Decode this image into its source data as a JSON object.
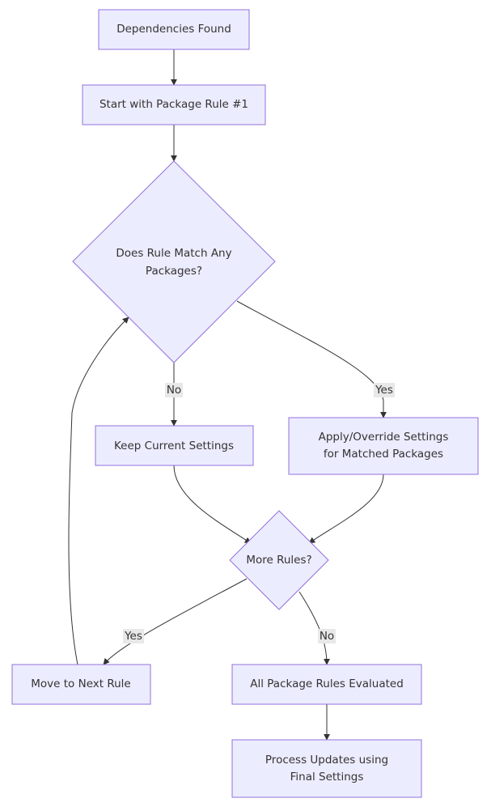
{
  "colors": {
    "node_fill": "#ECECFF",
    "node_stroke": "#9370DB",
    "edge": "#333333",
    "text": "#333333",
    "edge_label_bg": "#e8e8e8"
  },
  "nodes": {
    "dependencies_found": "Dependencies Found",
    "start_rule": "Start with Package Rule #1",
    "does_rule_match_line1": "Does Rule Match Any",
    "does_rule_match_line2": "Packages?",
    "keep_settings": "Keep Current Settings",
    "apply_override_line1": "Apply/Override Settings",
    "apply_override_line2": "for Matched Packages",
    "more_rules": "More Rules?",
    "move_next_rule": "Move to Next Rule",
    "all_evaluated": "All Package Rules Evaluated",
    "process_updates_line1": "Process Updates using",
    "process_updates_line2": "Final Settings"
  },
  "edge_labels": {
    "match_no": "No",
    "match_yes": "Yes",
    "more_yes": "Yes",
    "more_no": "No"
  }
}
